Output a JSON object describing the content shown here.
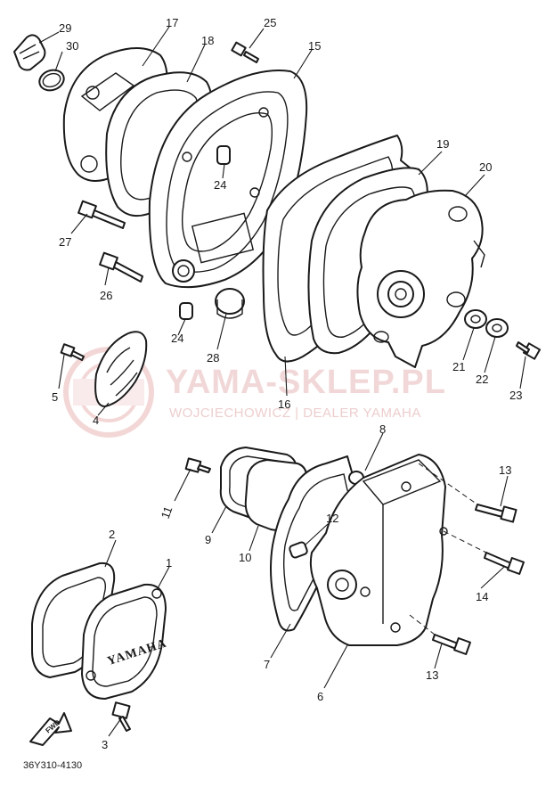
{
  "diagram_code": "36Y310-4130",
  "watermark": {
    "main": "YAMA-SKLEP.PL",
    "sub": "WOJCIECHOWICZ | DEALER YAMAHA"
  },
  "brand_mark": "YAMAHA",
  "fwd_label": "FWD",
  "parts": [
    {
      "no": "1"
    },
    {
      "no": "2"
    },
    {
      "no": "3"
    },
    {
      "no": "4"
    },
    {
      "no": "5"
    },
    {
      "no": "6"
    },
    {
      "no": "7"
    },
    {
      "no": "8"
    },
    {
      "no": "9"
    },
    {
      "no": "10"
    },
    {
      "no": "11"
    },
    {
      "no": "12"
    },
    {
      "no": "13"
    },
    {
      "no": "13"
    },
    {
      "no": "14"
    },
    {
      "no": "15"
    },
    {
      "no": "16"
    },
    {
      "no": "17"
    },
    {
      "no": "18"
    },
    {
      "no": "19"
    },
    {
      "no": "20"
    },
    {
      "no": "21"
    },
    {
      "no": "22"
    },
    {
      "no": "23"
    },
    {
      "no": "24"
    },
    {
      "no": "24"
    },
    {
      "no": "25"
    },
    {
      "no": "26"
    },
    {
      "no": "27"
    },
    {
      "no": "28"
    },
    {
      "no": "29"
    },
    {
      "no": "30"
    }
  ],
  "colors": {
    "line": "#1a1a1a",
    "watermark": "#e6b8b8",
    "background": "#ffffff"
  }
}
